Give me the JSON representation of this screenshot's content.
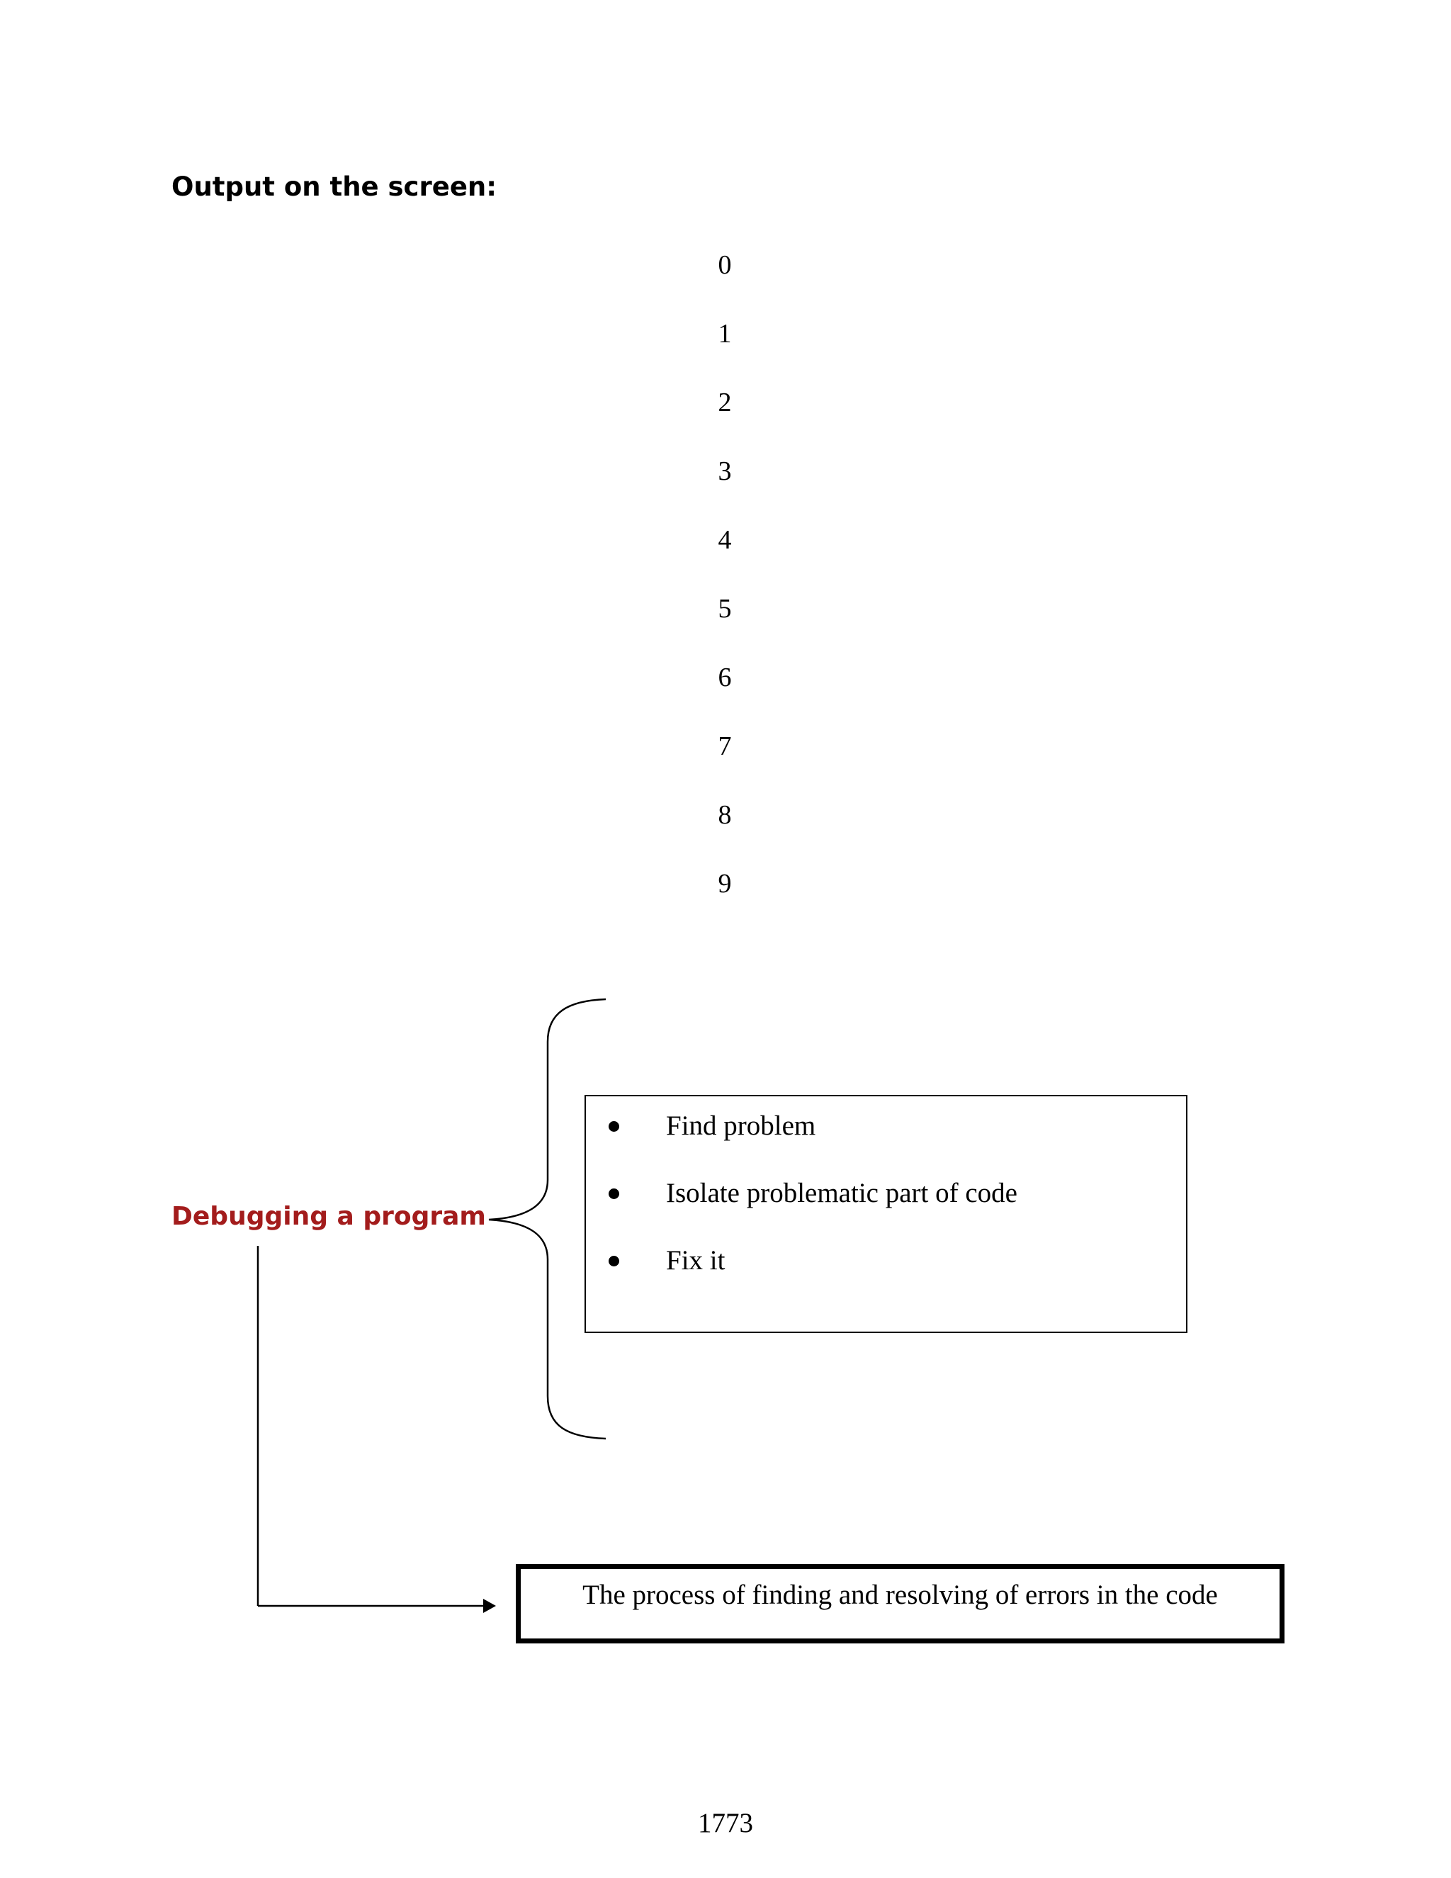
{
  "heading": "Output on the screen:",
  "output_numbers": [
    "0",
    "1",
    "2",
    "3",
    "4",
    "5",
    "6",
    "7",
    "8",
    "9"
  ],
  "diagram": {
    "label": "Debugging a program",
    "label_color": "#a31c1c",
    "steps": [
      "Find problem",
      "Isolate problematic part of code",
      "Fix it"
    ],
    "definition": "The process of finding and resolving of errors in the code"
  },
  "page_number": "1773"
}
